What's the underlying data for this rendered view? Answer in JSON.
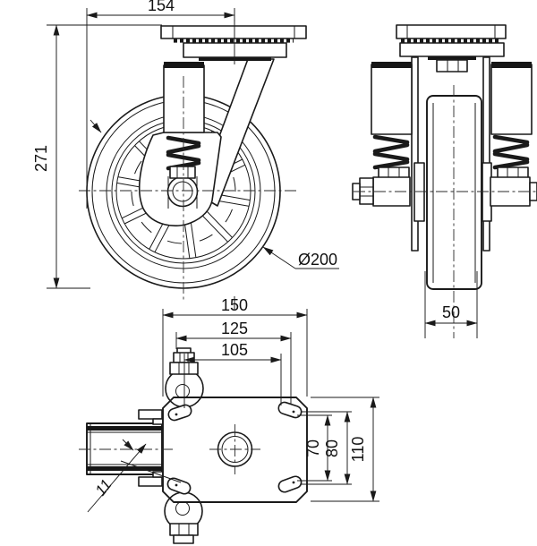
{
  "drawing": {
    "subject": "spring-loaded swivel caster - three orthographic views",
    "colors": {
      "background": "#ffffff",
      "line": "#1a1a1a",
      "text": "#111111"
    },
    "dims": {
      "d154": "154",
      "d271": "271",
      "dia200": "Ø200",
      "d50": "50",
      "d150": "150",
      "d125": "125",
      "d105": "105",
      "d70": "70",
      "d80": "80",
      "d110": "110",
      "d11": "11"
    }
  }
}
